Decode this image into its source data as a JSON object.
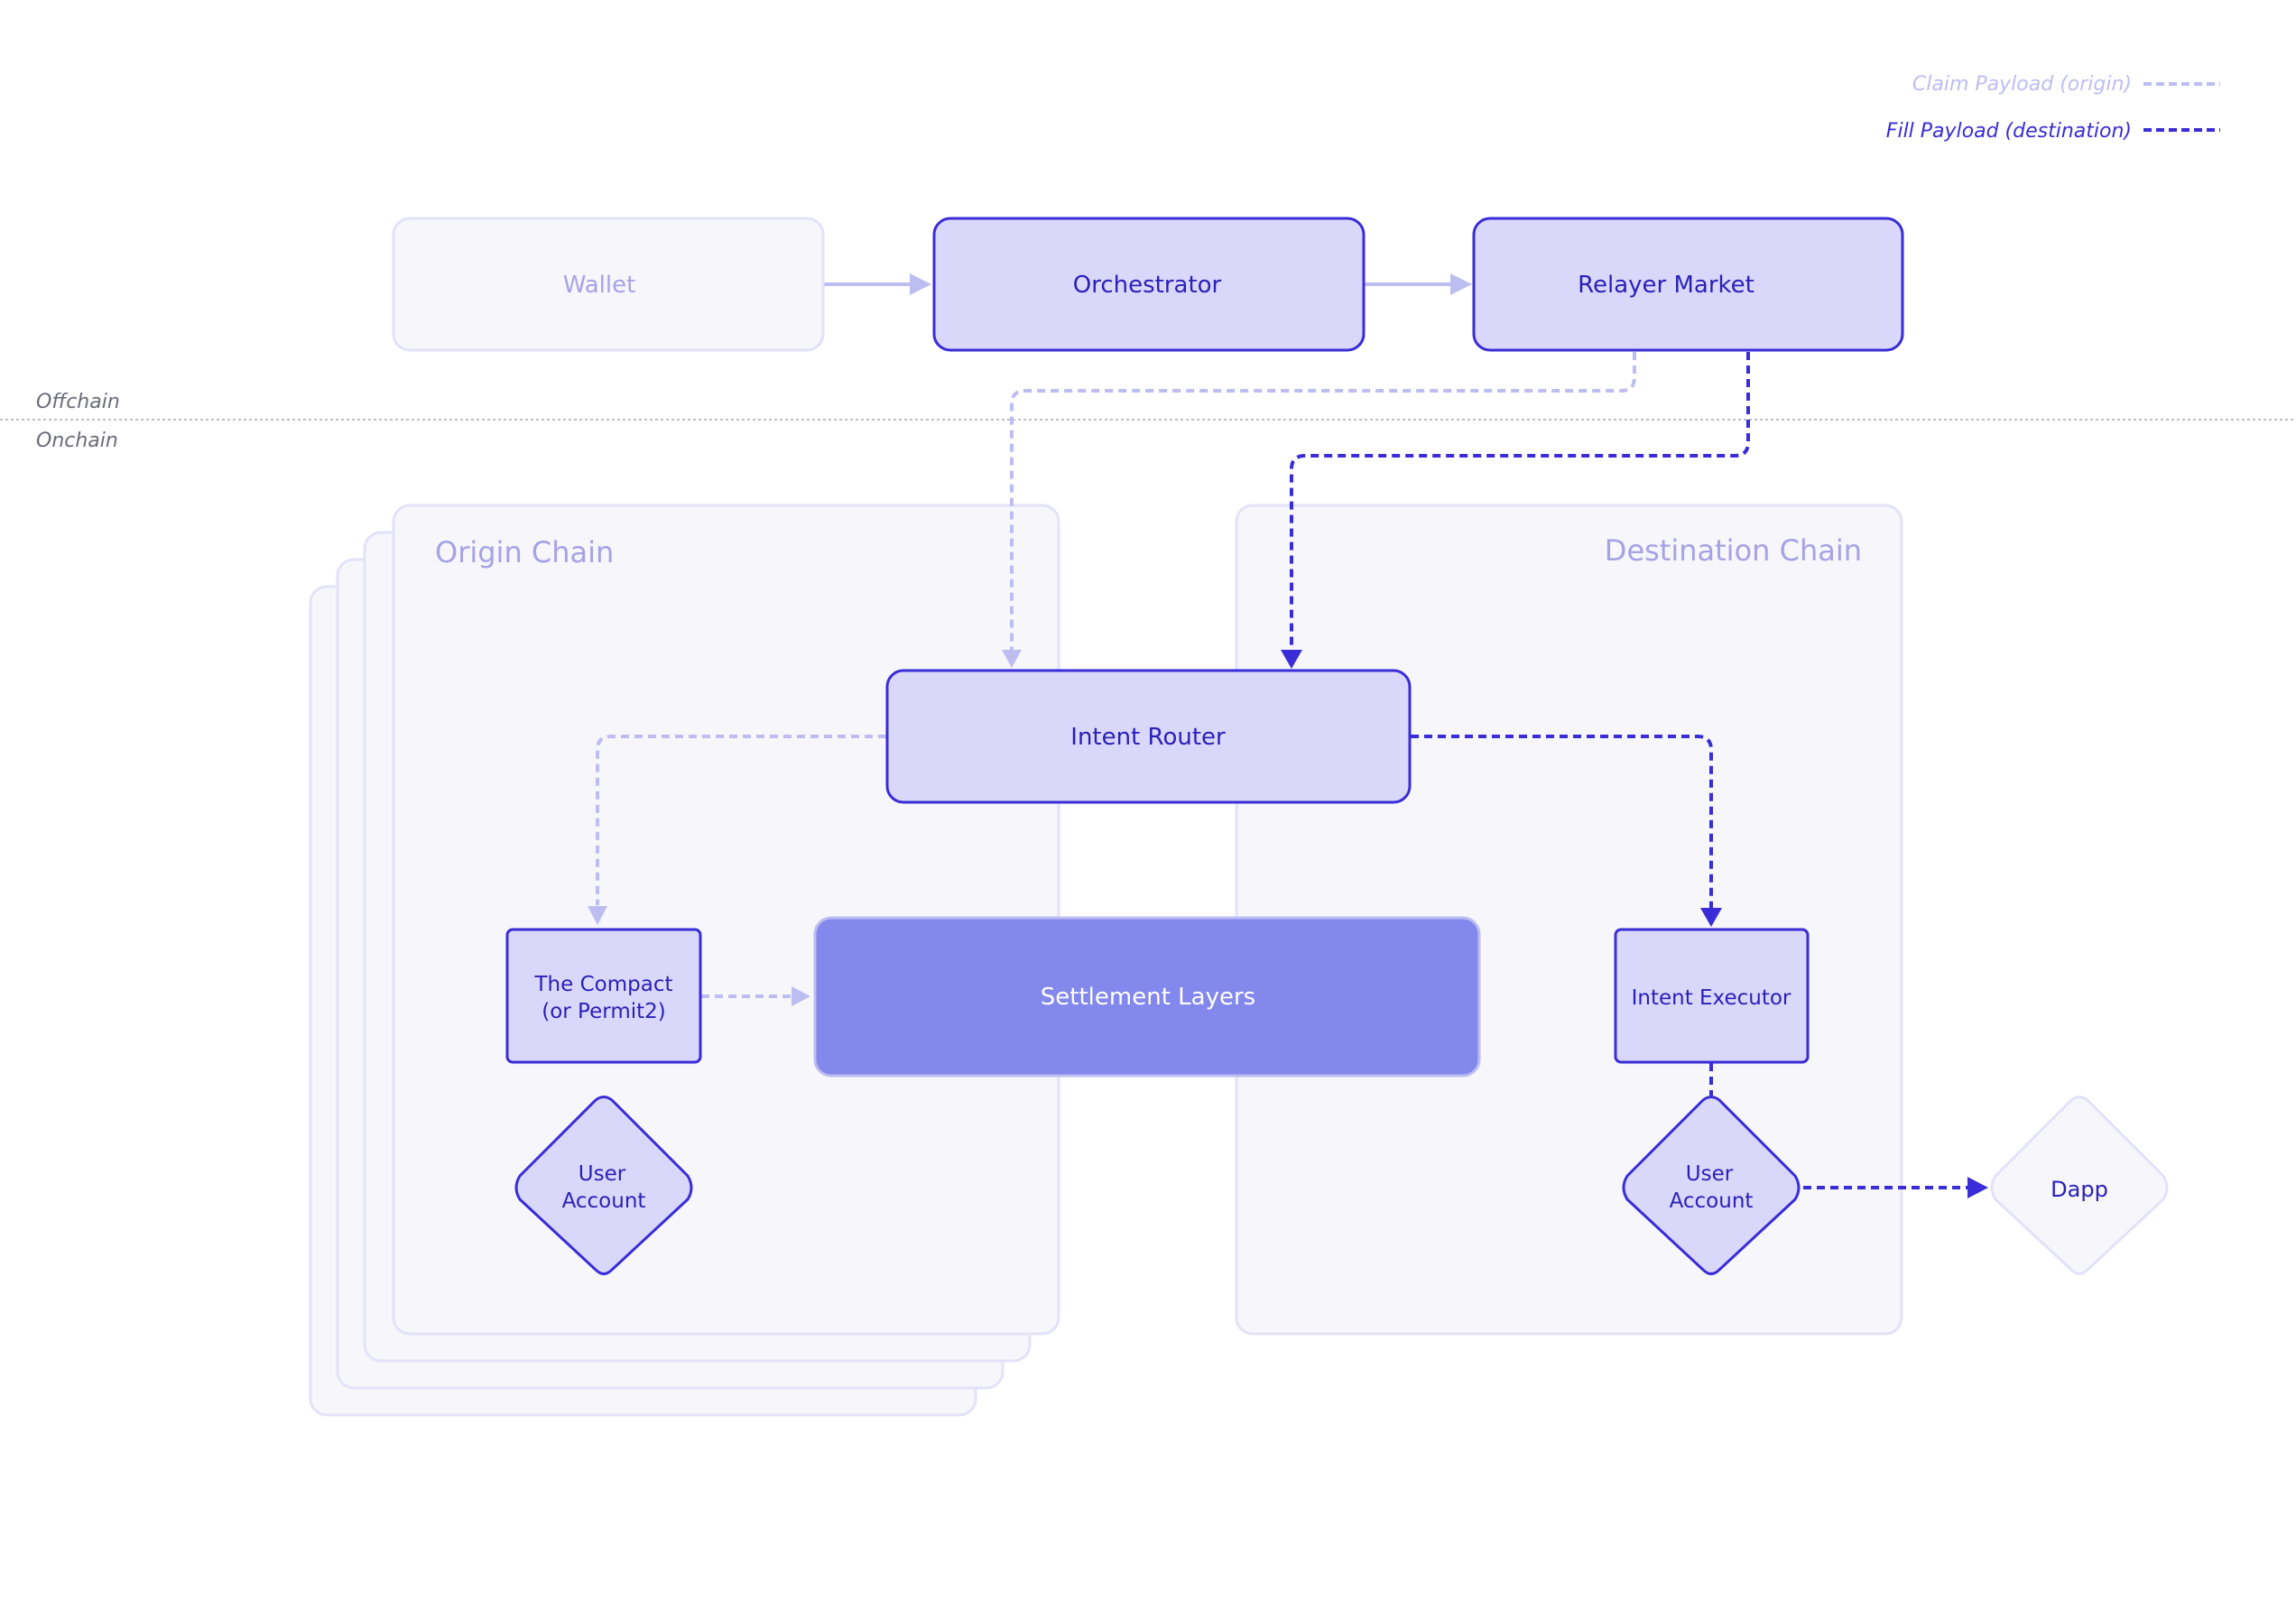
{
  "legend": {
    "claim_label": "Claim Payload (origin)",
    "fill_label": "Fill Payload (destination)"
  },
  "divider": {
    "offchain_label": "Offchain",
    "onchain_label": "Onchain"
  },
  "nodes": {
    "wallet": "Wallet",
    "orchestrator": "Orchestrator",
    "relayer_market": "Relayer Market",
    "intent_router": "Intent Router",
    "compact_line1": "The Compact",
    "compact_line2": "(or Permit2)",
    "settlement_layers": "Settlement Layers",
    "intent_executor": "Intent Executor",
    "origin_user_line1": "User",
    "origin_user_line2": "Account",
    "dest_user_line1": "User",
    "dest_user_line2": "Account",
    "dapp": "Dapp"
  },
  "containers": {
    "origin_chain": "Origin Chain",
    "destination_chain": "Destination Chain"
  },
  "colors": {
    "dark_blue": "#3A2CD6",
    "light_purple": "#BDBDF2",
    "node_fill": "#D9D8FB",
    "faint_fill": "#F6F6FB",
    "faint_stroke": "#E3E2F8",
    "settlement_fill": "#8388EC",
    "muted_text": "#A7A2E6"
  }
}
